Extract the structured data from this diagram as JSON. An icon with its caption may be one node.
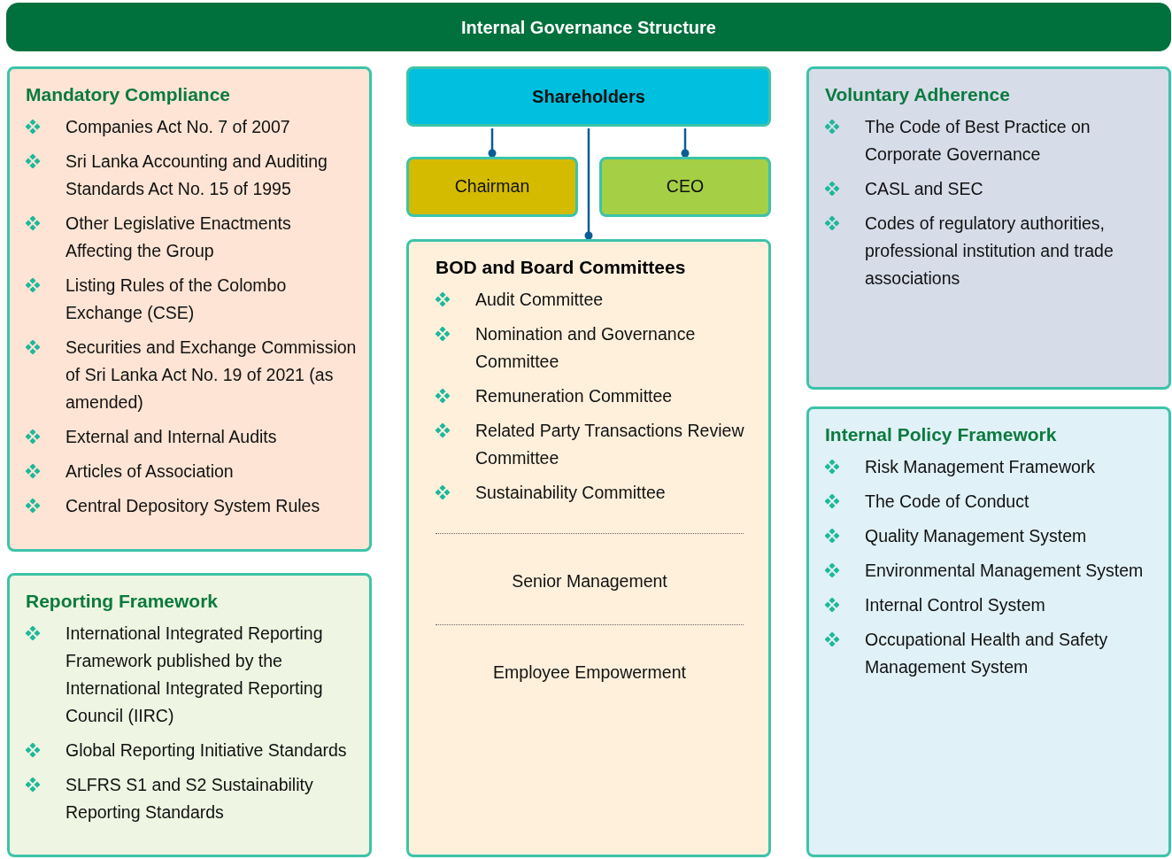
{
  "diagram": {
    "title": "Internal Governance Structure",
    "nodes": [
      {
        "text": [
          "Mandatory Compliance",
          "Companies Act No. 7 of 2007",
          "Sri Lanka Accounting and Auditing Standards Act No. 15 of 1995",
          "Other Legislative Enactments Affecting the Group",
          "Listing Rules of the Colombo Exchange (CSE)",
          "Securities and Exchange Commission of Sri Lanka Act No. 19 of 2021 (as amended)",
          "External and Internal Audits",
          "Articles of Association",
          "Central Depository System Rules"
        ]
      },
      {
        "text": [
          "Reporting Framework",
          "International Integrated Reporting Framework published by the International Integrated Reporting Council (IIRC)",
          "Global Reporting Initiative Standards",
          "SLFRS S1 and S2 Sustainability Reporting Standards"
        ]
      },
      {
        "text": [
          "Shareholders"
        ]
      },
      {
        "text": [
          "Chairman"
        ]
      },
      {
        "text": [
          "CEO"
        ]
      },
      {
        "text": [
          "BOD and Board Committees",
          "Audit Committee",
          "Nomination and Governance Committee",
          "Remuneration Committee",
          "Related Party Transactions Review Committee",
          "Sustainability Committee"
        ]
      },
      {
        "text": [
          "Senior Management"
        ],
        "in": 5
      },
      {
        "text": [
          "Employee Empowerment"
        ],
        "in": 5
      },
      {
        "text": [
          "Voluntary Adherence",
          "The Code of Best Practice on Corporate Governance",
          "CASL and SEC",
          "Codes of regulatory authorities, professional institution and trade associations"
        ]
      },
      {
        "text": [
          "Internal Policy Framework",
          "Risk Management Framework",
          "The Code of Conduct",
          "Quality Management System",
          "Environmental Management System",
          "Internal Control System",
          "Occupational Health and Safety Management System"
        ]
      }
    ],
    "edges": [
      {
        "from": 2,
        "to": 3,
        "arrow": "other"
      },
      {
        "from": 2,
        "to": 4,
        "arrow": "other"
      },
      {
        "from": 2,
        "to": 5,
        "arrow": "other"
      }
    ]
  }
}
